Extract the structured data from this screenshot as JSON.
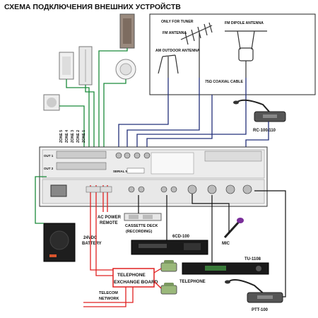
{
  "title": "СХЕМА ПОДКЛЮЧЕНИЯ ВНЕШНИХ УСТРОЙСТВ",
  "antenna": {
    "only_for_tuner": "ONLY FOR TUNER",
    "fm_antenna": "FM ANTENNA",
    "fm_dipole": "FM DIPOLE ANTENNA",
    "am_outdoor": "AM OUTDOOR ANTENNA",
    "coaxial": "75Ω COAXIAL CABLE"
  },
  "zones": [
    "ZONE 5",
    "ZONE 4",
    "ZONE 3",
    "ZONE 2",
    "ZONE 1"
  ],
  "devices": {
    "rc100": "RC-100/110",
    "cassette_line1": "CASSETTE DECK",
    "cassette_line2": "(RECORDING)",
    "cd": "6CD-100",
    "mic": "MIC",
    "tuner": "TU-1108",
    "ptt": "PTT-100",
    "battery_line1": "24VDC",
    "battery_line2": "BATTERY",
    "ac_line1": "AC POWER",
    "ac_line2": "REMOTE",
    "exchange_line1": "TELEPHONE",
    "exchange_line2": "EXCHANGE BOARD",
    "telephone": "TELEPHONE",
    "network_line1": "TELECOM",
    "network_line2": "NETWORK"
  },
  "amp_labels": {
    "serial": "SERIAL NO.",
    "out1": "OUT 1",
    "out2": "OUT 2"
  }
}
